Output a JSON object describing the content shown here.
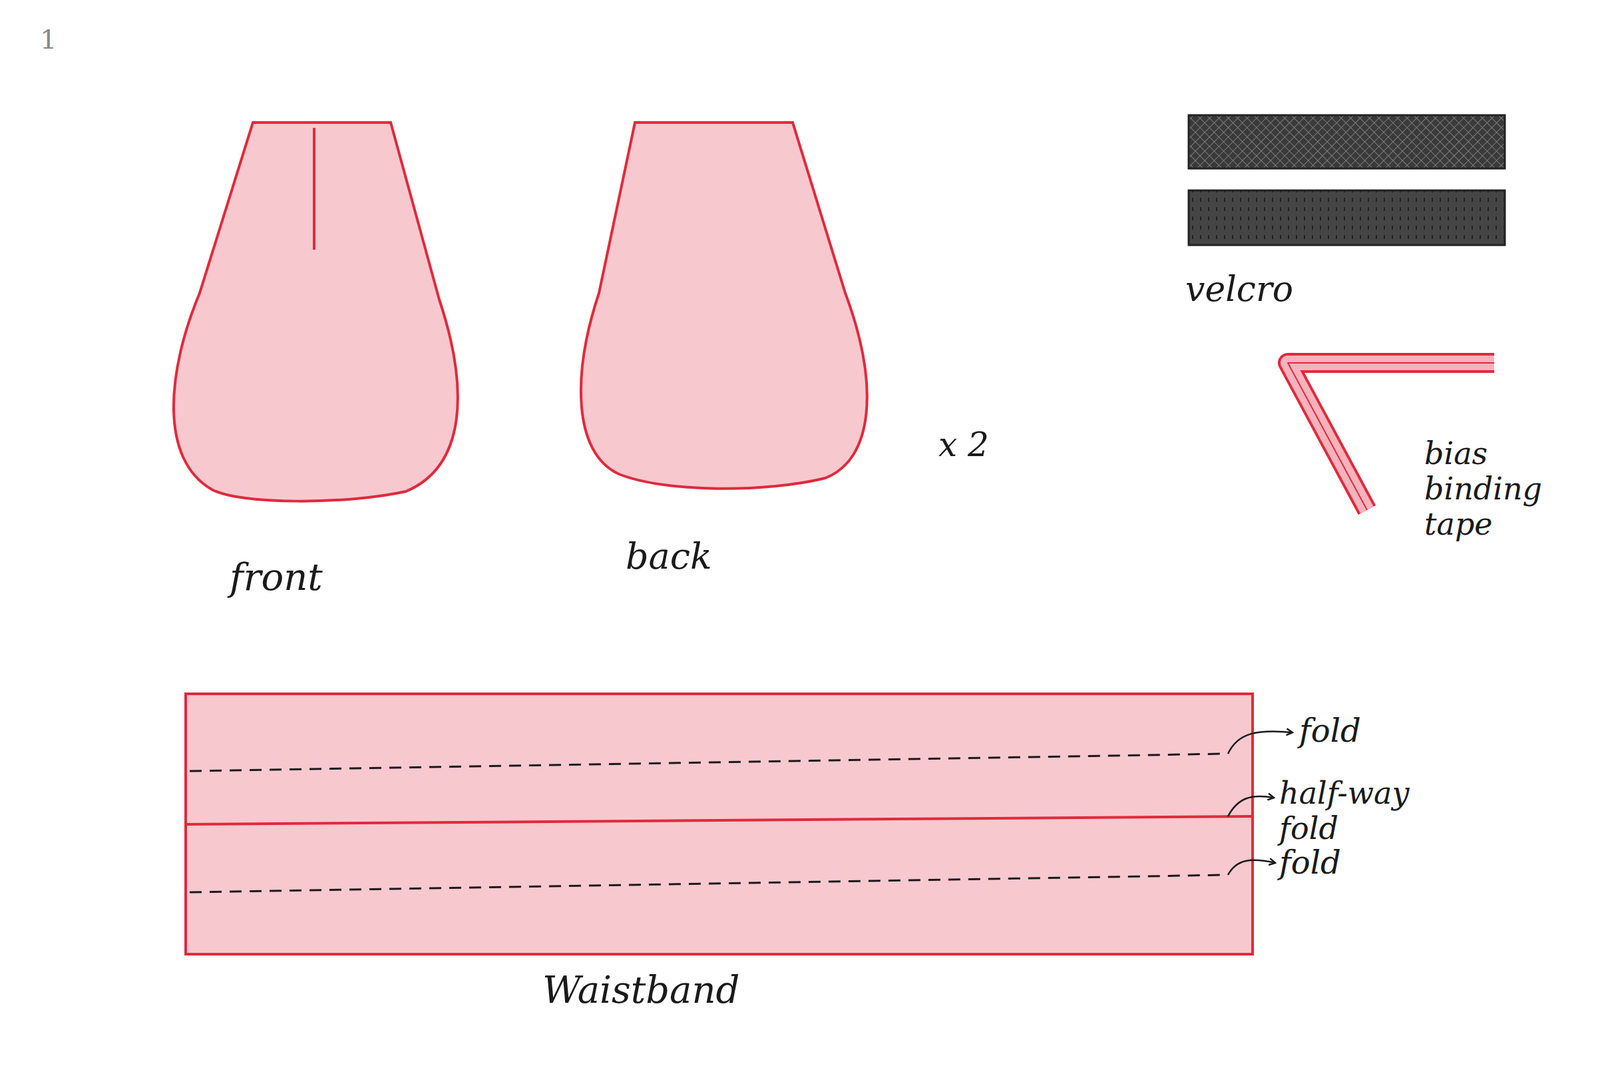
{
  "diagram": {
    "labels": [
      "1",
      "front",
      "back",
      "x 2",
      "velcro",
      "bias binding tape",
      "fold",
      "half-way fold",
      "fold",
      "Waistband"
    ]
  }
}
